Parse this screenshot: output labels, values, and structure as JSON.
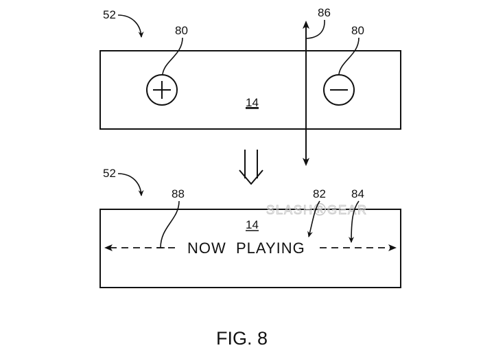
{
  "figure": {
    "caption": "FIG. 8",
    "watermark": "SLASHⓇGEAR"
  },
  "top_panel": {
    "ref_device": "52",
    "ref_display": "14",
    "ref_plus_button": "80",
    "ref_minus_button": "80",
    "ref_gesture_arrow": "86",
    "plus_symbol": "+",
    "minus_symbol": "−"
  },
  "bottom_panel": {
    "ref_device": "52",
    "ref_display": "14",
    "ref_left_arrow": "88",
    "ref_text": "82",
    "ref_right_arrow": "84",
    "scroll_text": "NOW  PLAYING"
  },
  "transition": {
    "icon": "double-down-arrow-icon"
  }
}
